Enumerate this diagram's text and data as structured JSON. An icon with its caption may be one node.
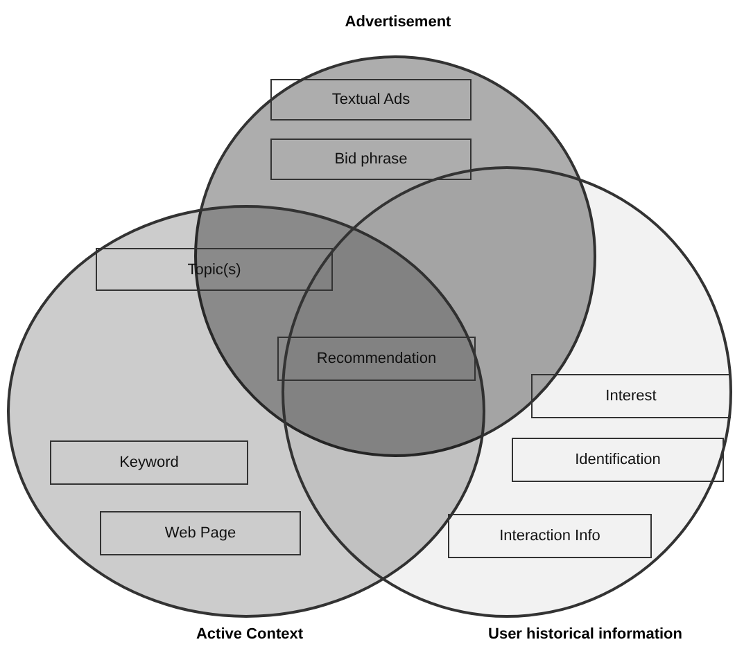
{
  "diagram": {
    "nodes": [
      {
        "text": [
          "Advertisement"
        ]
      },
      {
        "text": [
          "Textual Ads"
        ],
        "in": 0
      },
      {
        "text": [
          "Bid phrase"
        ],
        "in": 0
      },
      {
        "text": [
          "Active Context"
        ]
      },
      {
        "text": [
          "Topic(s)"
        ],
        "in": 3
      },
      {
        "text": [
          "User historical information"
        ]
      },
      {
        "text": [
          "Recommendation"
        ]
      },
      {
        "text": [
          "Interest"
        ],
        "in": 5
      },
      {
        "text": [
          "Identification"
        ],
        "in": 5
      },
      {
        "text": [
          "Interaction Info"
        ],
        "in": 5
      },
      {
        "text": [
          "Keyword"
        ],
        "in": 3
      },
      {
        "text": [
          "Web Page"
        ],
        "in": 3
      }
    ],
    "edges": []
  }
}
